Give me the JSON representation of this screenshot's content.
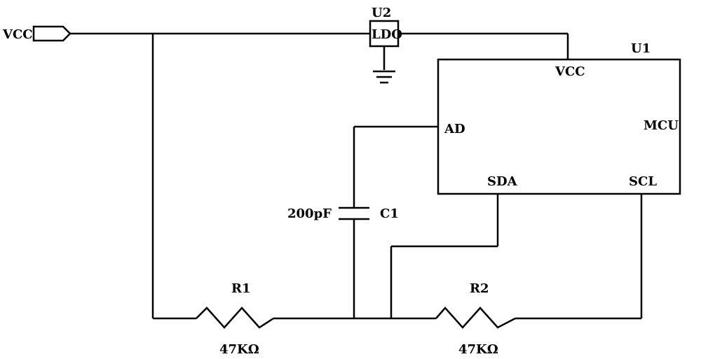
{
  "power_port": {
    "label": "VCC"
  },
  "regulator": {
    "ref": "U2",
    "type": "LDO"
  },
  "mcu": {
    "ref": "U1",
    "name": "MCU",
    "pins": {
      "vcc": "VCC",
      "ad": "AD",
      "sda": "SDA",
      "scl": "SCL"
    }
  },
  "capacitor": {
    "ref": "C1",
    "value": "200pF"
  },
  "resistor1": {
    "ref": "R1",
    "value": "47KΩ"
  },
  "resistor2": {
    "ref": "R2",
    "value": "47KΩ"
  }
}
